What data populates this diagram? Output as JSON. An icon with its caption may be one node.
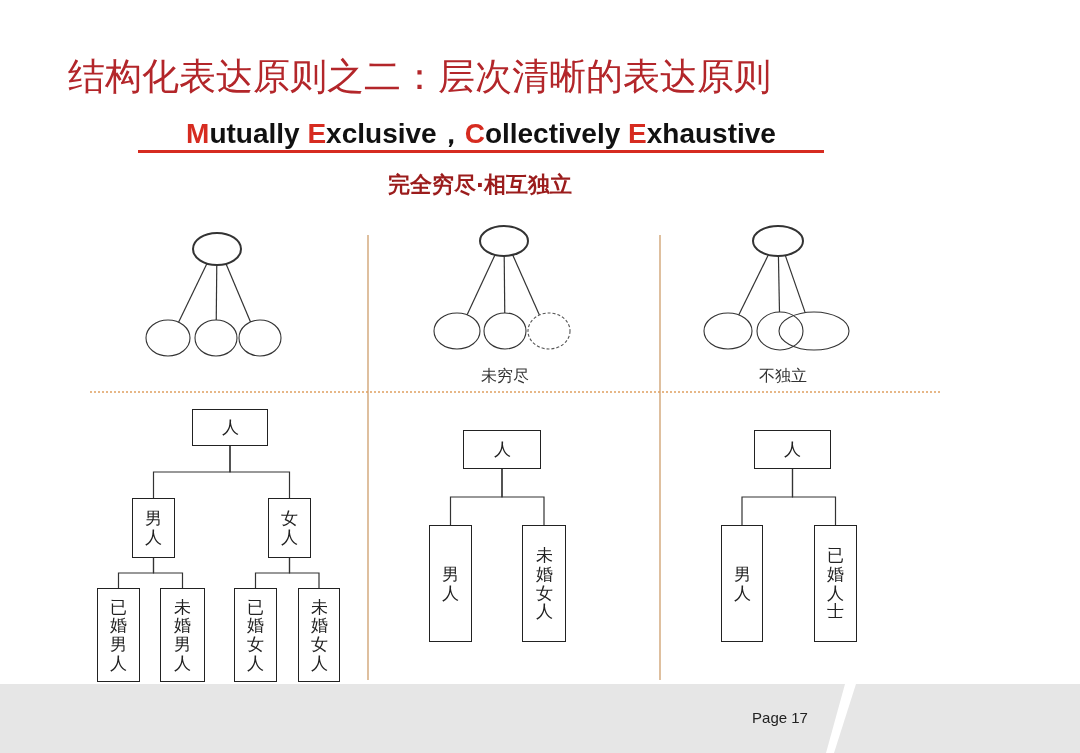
{
  "diagram": {
    "title": "结构化表达原则之二：层次清晰的表达原则",
    "nodes": [
      {
        "text": [],
        "shape": "ellipse"
      },
      {
        "text": [],
        "shape": "ellipse"
      },
      {
        "text": [],
        "shape": "ellipse"
      },
      {
        "text": [],
        "shape": "ellipse"
      },
      {
        "text": [],
        "shape": "ellipse"
      },
      {
        "text": [],
        "shape": "ellipse"
      },
      {
        "text": [],
        "shape": "ellipse"
      },
      {
        "text": [],
        "shape": "ellipse"
      },
      {
        "text": [],
        "shape": "ellipse"
      },
      {
        "text": [],
        "shape": "ellipse"
      },
      {
        "text": [],
        "shape": "ellipse"
      },
      {
        "text": [],
        "shape": "ellipse"
      },
      {
        "text": [
          "人"
        ]
      },
      {
        "text": [
          "男人"
        ]
      },
      {
        "text": [
          "女人"
        ]
      },
      {
        "text": [
          "已婚男人"
        ]
      },
      {
        "text": [
          "未婚男人"
        ]
      },
      {
        "text": [
          "已婚女人"
        ]
      },
      {
        "text": [
          "未婚女人"
        ]
      },
      {
        "text": [
          "人"
        ]
      },
      {
        "text": [
          "男人"
        ]
      },
      {
        "text": [
          "未婚女人"
        ]
      },
      {
        "text": [
          "人"
        ]
      },
      {
        "text": [
          "男人"
        ]
      },
      {
        "text": [
          "已婚人士"
        ]
      }
    ],
    "edges": [
      {
        "from": 0,
        "to": 1,
        "arrow": "none"
      },
      {
        "from": 0,
        "to": 2,
        "arrow": "none"
      },
      {
        "from": 0,
        "to": 3,
        "arrow": "none"
      },
      {
        "from": 4,
        "to": 5,
        "arrow": "none"
      },
      {
        "from": 4,
        "to": 6,
        "arrow": "none"
      },
      {
        "from": 4,
        "to": 7,
        "arrow": "none"
      },
      {
        "from": 8,
        "to": 9,
        "arrow": "none"
      },
      {
        "from": 8,
        "to": 10,
        "arrow": "none"
      },
      {
        "from": 8,
        "to": 11,
        "arrow": "none"
      },
      {
        "from": 12,
        "to": 13,
        "arrow": "none"
      },
      {
        "from": 12,
        "to": 14,
        "arrow": "none"
      },
      {
        "from": 13,
        "to": 15,
        "arrow": "none"
      },
      {
        "from": 13,
        "to": 16,
        "arrow": "none"
      },
      {
        "from": 14,
        "to": 17,
        "arrow": "none"
      },
      {
        "from": 14,
        "to": 18,
        "arrow": "none"
      },
      {
        "from": 19,
        "to": 20,
        "arrow": "none"
      },
      {
        "from": 19,
        "to": 21,
        "arrow": "none"
      },
      {
        "from": 22,
        "to": 23,
        "arrow": "none"
      },
      {
        "from": 22,
        "to": 24,
        "arrow": "none"
      }
    ],
    "labels": [
      "Mutually Exclusive，Collectively Exhaustive",
      "完全穷尽·相互独立",
      "未穷尽",
      "不独立",
      "Page 17"
    ]
  }
}
